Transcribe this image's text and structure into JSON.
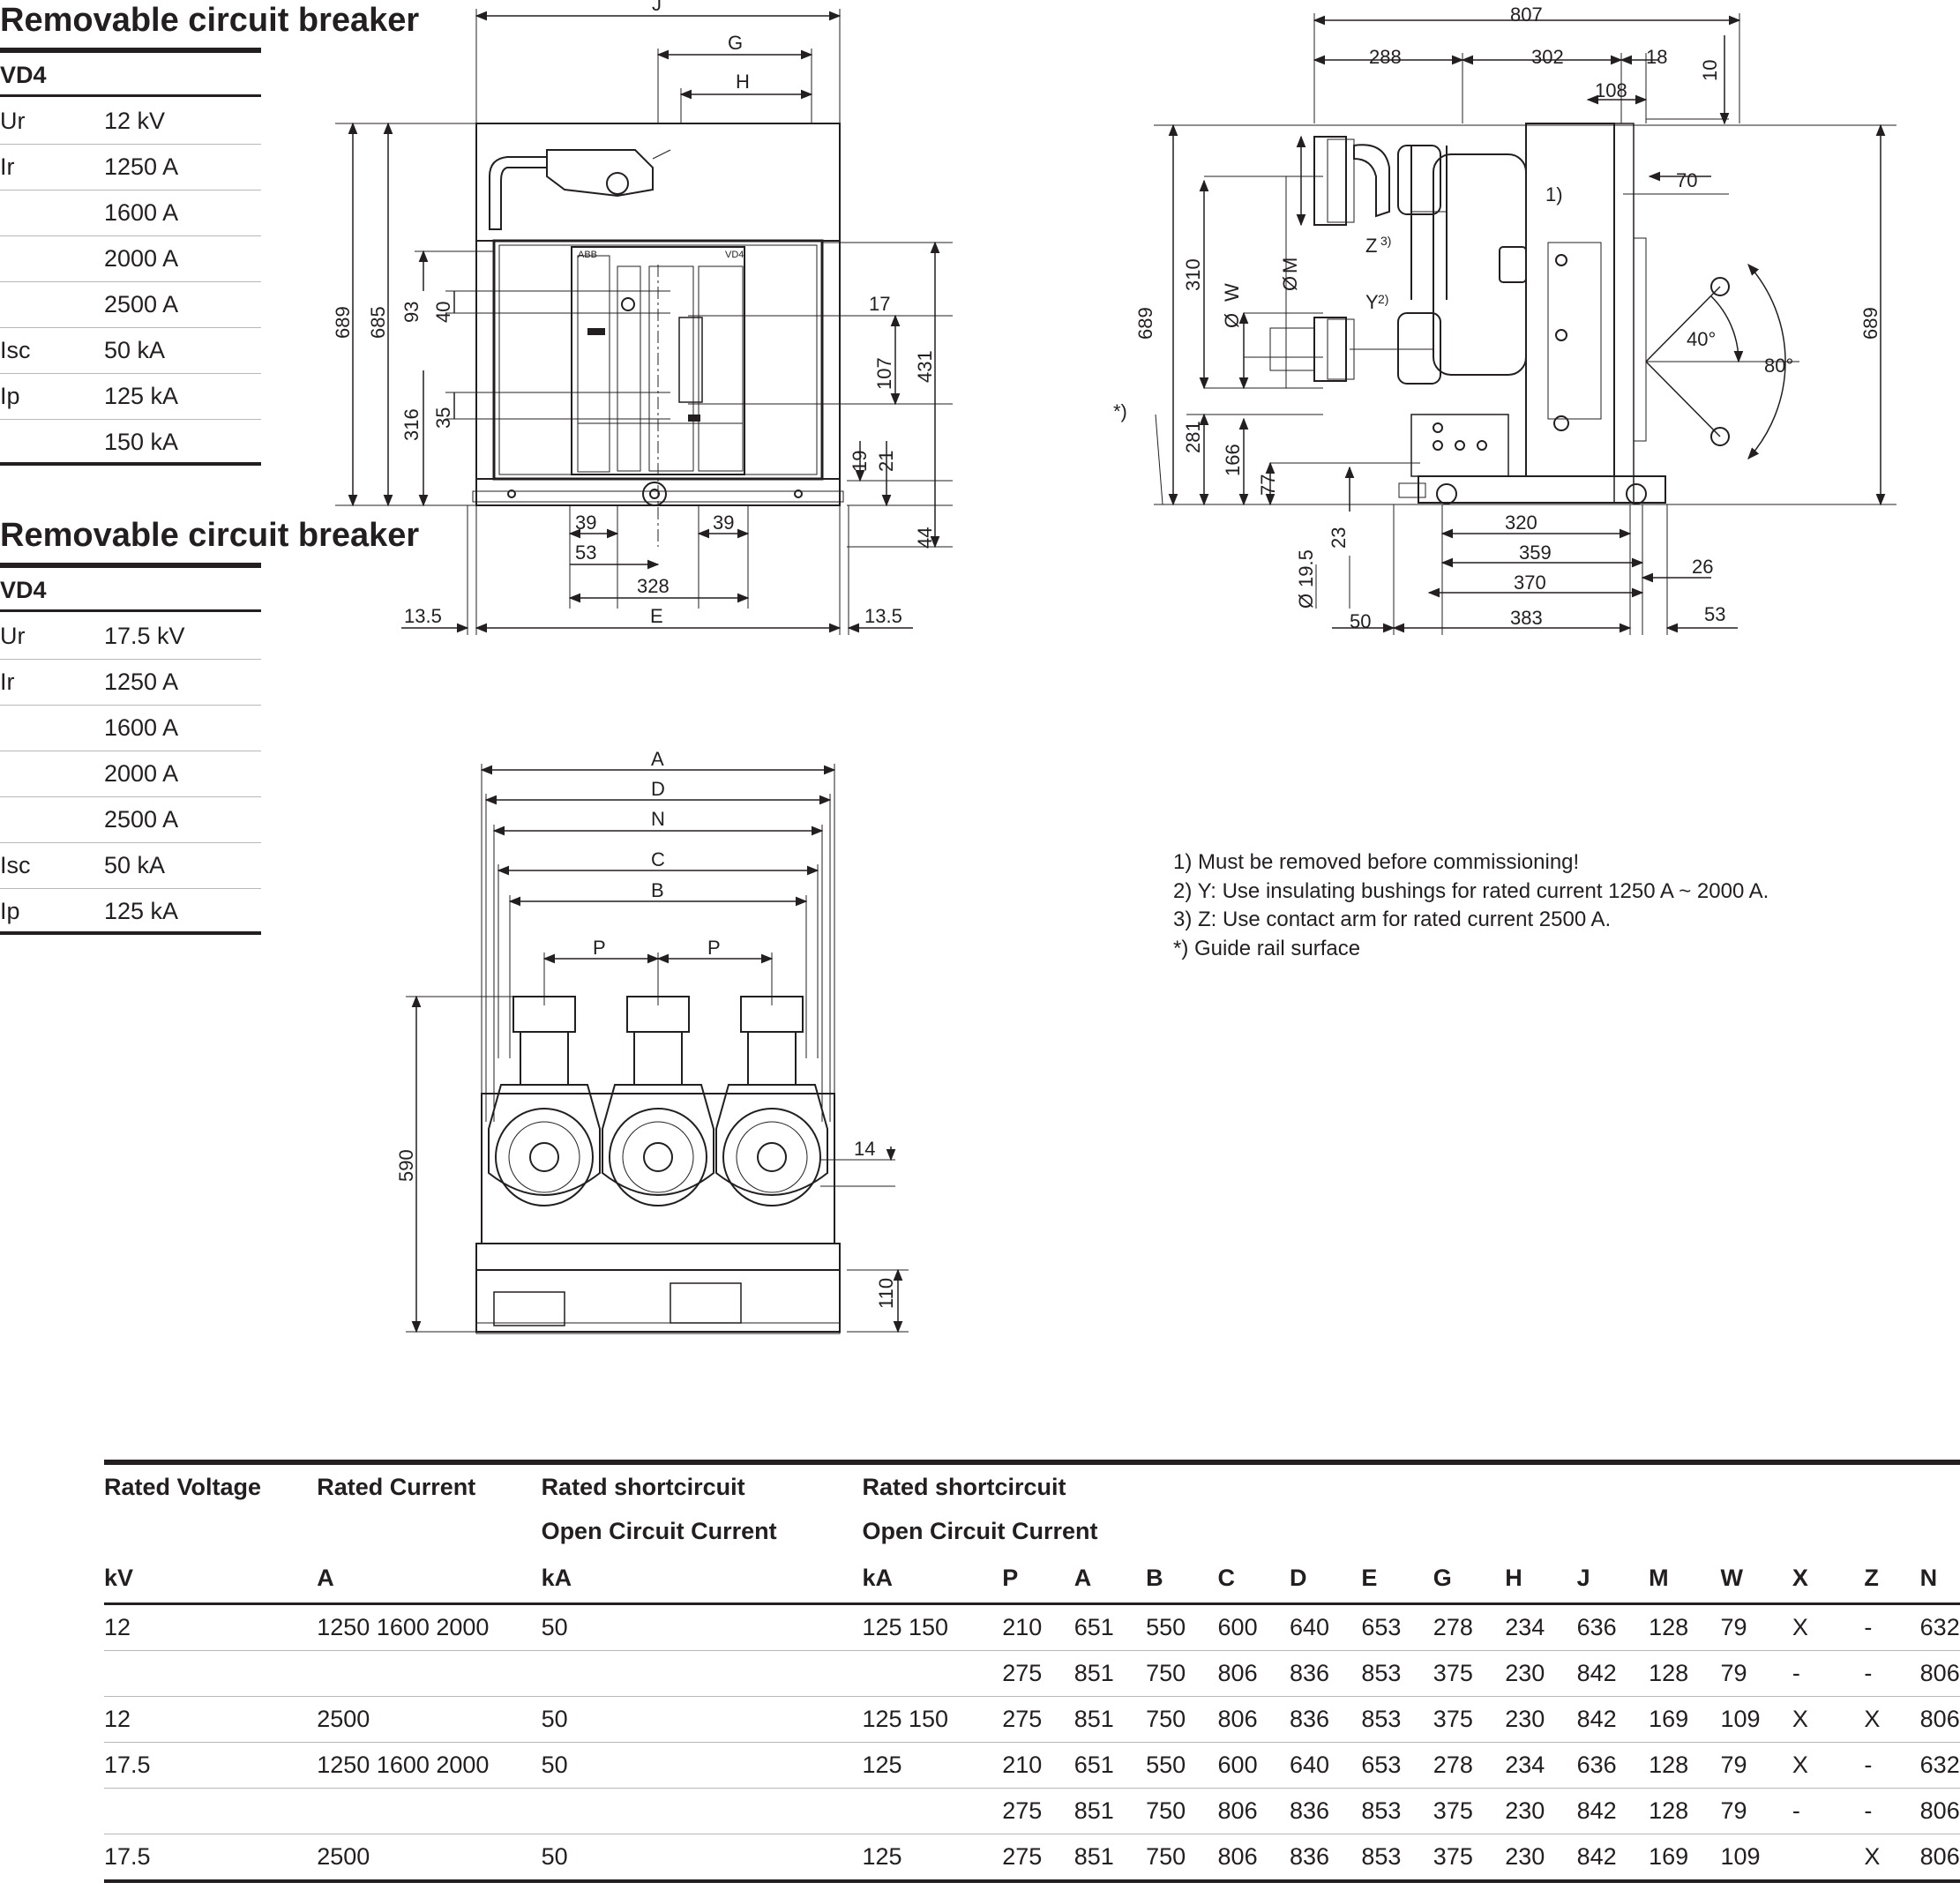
{
  "spec_blocks": [
    {
      "title": "Removable circuit breaker",
      "model": "VD4",
      "rows": [
        {
          "key": "Ur",
          "value": "12 kV"
        },
        {
          "key": "Ir",
          "value": "1250 A"
        },
        {
          "key": "",
          "value": "1600 A"
        },
        {
          "key": "",
          "value": "2000 A"
        },
        {
          "key": "",
          "value": "2500 A"
        },
        {
          "key": "Isc",
          "value": "50 kA"
        },
        {
          "key": "Ip",
          "value": "125 kA"
        },
        {
          "key": "",
          "value": "150 kA"
        }
      ]
    },
    {
      "title": "Removable circuit breaker",
      "model": "VD4",
      "rows": [
        {
          "key": "Ur",
          "value": "17.5 kV"
        },
        {
          "key": "Ir",
          "value": "1250 A"
        },
        {
          "key": "",
          "value": "1600 A"
        },
        {
          "key": "",
          "value": "2000 A"
        },
        {
          "key": "",
          "value": "2500 A"
        },
        {
          "key": "Isc",
          "value": "50 kA"
        },
        {
          "key": "Ip",
          "value": "125 kA"
        }
      ]
    }
  ],
  "front_view": {
    "labels": [
      "J",
      "G",
      "H",
      "689",
      "685",
      "93",
      "40",
      "17",
      "107",
      "431",
      "316",
      "35",
      "19",
      "21",
      "44",
      "39",
      "39",
      "53",
      "328",
      "13.5",
      "E",
      "13.5"
    ],
    "badge_left": "ABB",
    "badge_right": "VD4"
  },
  "side_view": {
    "labels": [
      "807",
      "288",
      "302",
      "18",
      "10",
      "108",
      "70",
      "1)",
      "Z",
      "3)",
      "M",
      "310",
      "W",
      "Y",
      "2)",
      "689",
      "40°",
      "80°",
      "689",
      "*)",
      "281",
      "166",
      "77",
      "23",
      "320",
      "359",
      "26",
      "19.5",
      "370",
      "50",
      "383",
      "53"
    ],
    "diameter_symbol": "Ø"
  },
  "bottom_view": {
    "labels": [
      "A",
      "D",
      "N",
      "C",
      "B",
      "P",
      "P",
      "590",
      "14",
      "110"
    ]
  },
  "notes": [
    "1) Must be removed before commissioning!",
    "2) Y: Use insulating bushings for rated current 1250 A ~ 2000 A.",
    "3) Z: Use contact arm for rated current 2500 A.",
    "*) Guide rail surface"
  ],
  "table": {
    "headers_row1": [
      "Rated Voltage",
      "Rated Current",
      "Rated shortcircuit",
      "Rated shortcircuit"
    ],
    "headers_row2": [
      "",
      "",
      "Open Circuit Current",
      "Open Circuit Current"
    ],
    "units": [
      "kV",
      "A",
      "kA",
      "kA",
      "P",
      "A",
      "B",
      "C",
      "D",
      "E",
      "G",
      "H",
      "J",
      "M",
      "W",
      "X",
      "Z",
      "N"
    ],
    "rows": [
      [
        "12",
        "1250 1600 2000",
        "50",
        "125 150",
        "210",
        "651",
        "550",
        "600",
        "640",
        "653",
        "278",
        "234",
        "636",
        "128",
        "79",
        "X",
        "-",
        "632"
      ],
      [
        "",
        "",
        "",
        "",
        "275",
        "851",
        "750",
        "806",
        "836",
        "853",
        "375",
        "230",
        "842",
        "128",
        "79",
        "-",
        "-",
        "806"
      ],
      [
        "12",
        "2500",
        "50",
        "125 150",
        "275",
        "851",
        "750",
        "806",
        "836",
        "853",
        "375",
        "230",
        "842",
        "169",
        "109",
        "X",
        "X",
        "806"
      ],
      [
        "17.5",
        "1250 1600 2000",
        "50",
        "125",
        "210",
        "651",
        "550",
        "600",
        "640",
        "653",
        "278",
        "234",
        "636",
        "128",
        "79",
        "X",
        "-",
        "632"
      ],
      [
        "",
        "",
        "",
        "",
        "275",
        "851",
        "750",
        "806",
        "836",
        "853",
        "375",
        "230",
        "842",
        "128",
        "79",
        "-",
        "-",
        "806"
      ],
      [
        "17.5",
        "2500",
        "50",
        "125",
        "275",
        "851",
        "750",
        "806",
        "836",
        "853",
        "375",
        "230",
        "842",
        "169",
        "109",
        "",
        "X",
        "806"
      ]
    ]
  }
}
